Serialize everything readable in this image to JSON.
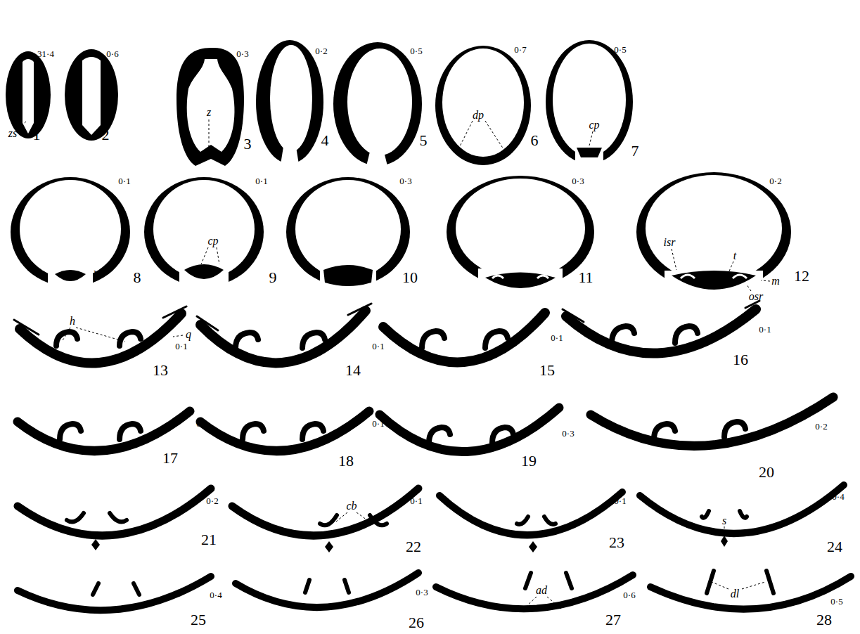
{
  "diagram": {
    "labels": [
      "31·4",
      "zs",
      "1",
      "0·6",
      "2",
      "0·3",
      "z",
      "3",
      "0·2",
      "4",
      "0·5",
      "5",
      "0·7",
      "dp",
      "6",
      "0·5",
      "cp",
      "7",
      "0·1",
      "x",
      "8",
      "0·1",
      "cp",
      "9",
      "0·3",
      "10",
      "0·3",
      "11",
      "0·2",
      "isr",
      "t",
      "m",
      "osr",
      "12",
      "h",
      "q",
      "0·1",
      "13",
      "0·1",
      "14",
      "0·1",
      "15",
      "0·1",
      "16",
      "0·1",
      "17",
      "0·1",
      "18",
      "0·3",
      "19",
      "0·2",
      "20",
      "0·2",
      "21",
      "cb",
      "0·1",
      "22",
      "0·1",
      "23",
      "0·4",
      "s",
      "24",
      "0·4",
      "25",
      "0·3",
      "26",
      "0·6",
      "ad",
      "27",
      "0·5",
      "dl",
      "28"
    ]
  }
}
